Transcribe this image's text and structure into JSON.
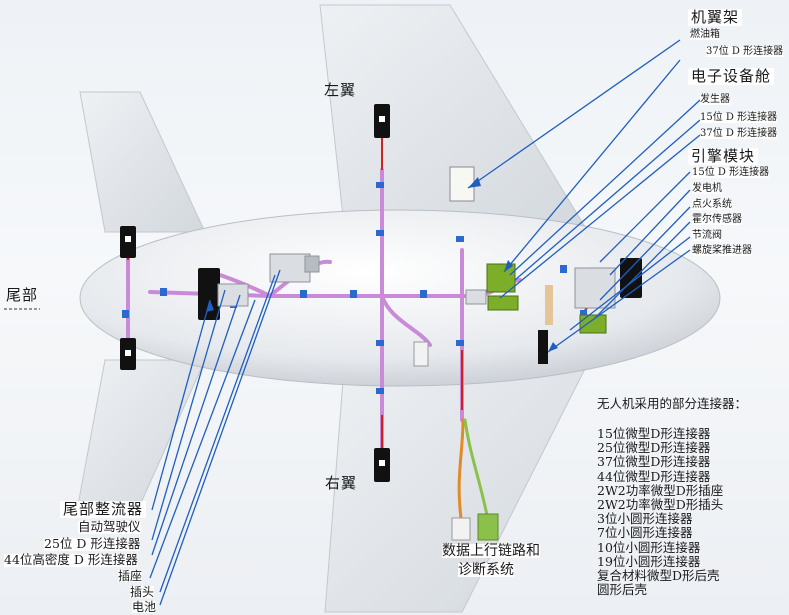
{
  "diagram": {
    "zones": {
      "left_wing": "左翼",
      "right_wing": "右翼",
      "tail": "尾部"
    },
    "wing_frame": {
      "title": "机翼架",
      "items": [
        "燃油箱",
        "37位 D 形连接器"
      ]
    },
    "avionics_bay": {
      "title": "电子设备舱",
      "items": [
        "发生器",
        "15位 D 形连接器",
        "37位 D 形连接器"
      ]
    },
    "engine_module": {
      "title": "引擎模块",
      "items": [
        "15位 D 形连接器",
        "发电机",
        "点火系统",
        "霍尔传感器",
        "节流阀",
        "螺旋桨推进器"
      ]
    },
    "tail_fairing": {
      "title": "尾部整流器",
      "items": [
        "自动驾驶仪",
        "25位 D 形连接器",
        "44位高密度 D 形连接器",
        "插座",
        "插头",
        "电池"
      ]
    },
    "datalink": {
      "line1": "数据上行链路和",
      "line2": "诊断系统"
    },
    "connector_list": {
      "title": "无人机采用的部分连接器：",
      "items": [
        "15位微型D形连接器",
        "25位微型D形连接器",
        "37位微型D形连接器",
        "44位微型D形连接器",
        "2W2功率微型D形插座",
        "2W2功率微型D形插头",
        "3位小圆形连接器",
        "7位小圆形连接器",
        "10位小圆形连接器",
        "19位小圆形连接器",
        "复合材料微型D形后壳",
        "圆形后壳"
      ]
    },
    "colors": {
      "harness_main": "#c98ad8",
      "harness_red": "#d02020",
      "harness_orange": "#e08a2a",
      "pointer_blue": "#1f5fbf",
      "connector_blue": "#2a6ad0",
      "module_green": "#7cae2a"
    }
  }
}
